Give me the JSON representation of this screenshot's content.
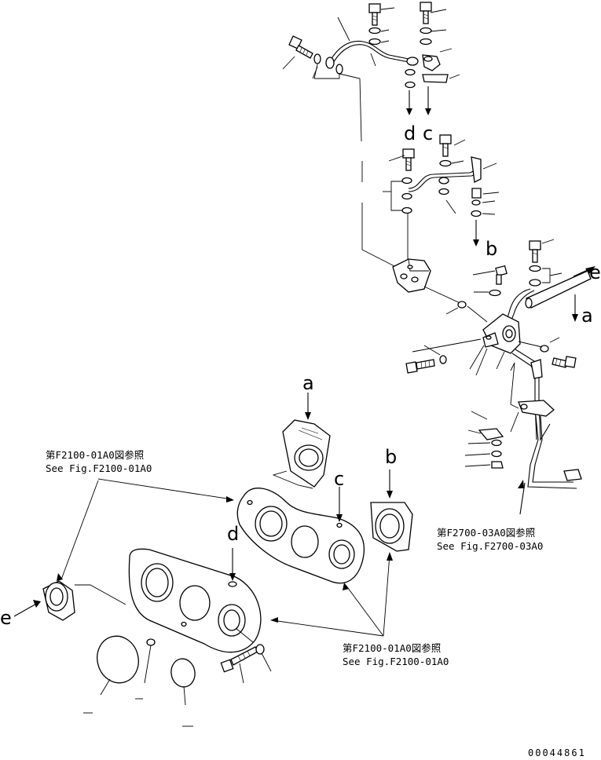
{
  "references": {
    "ref_left_jp": "第F2100-01A0図参照",
    "ref_left_en": "See Fig.F2100-01A0",
    "ref_right_jp": "第F2700-03A0図参照",
    "ref_right_en": "See Fig.F2700-03A0",
    "ref_bottom_jp": "第F2100-01A0図参照",
    "ref_bottom_en": "See Fig.F2100-01A0"
  },
  "connection_letters": {
    "a": "a",
    "b": "b",
    "c": "c",
    "d": "d",
    "e": "e"
  },
  "document_id": "00044861"
}
